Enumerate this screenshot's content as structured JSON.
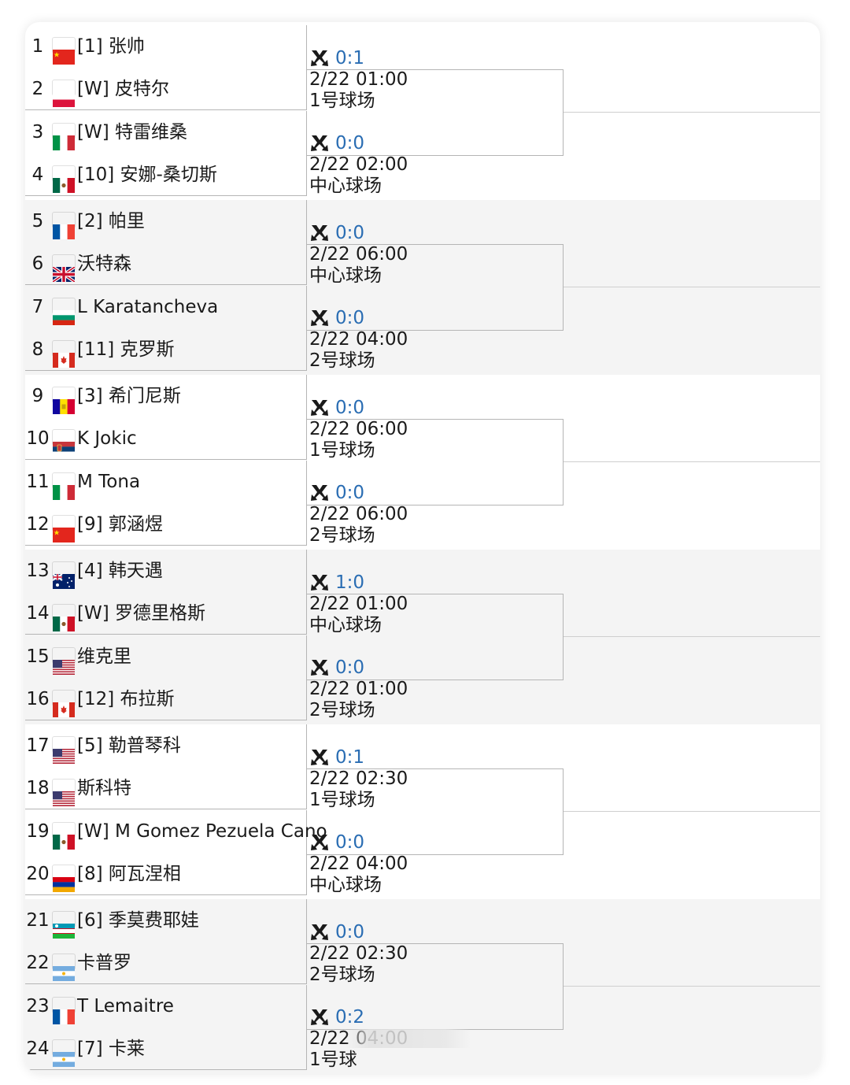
{
  "groups": [
    {
      "players": [
        {
          "seed": "1",
          "name": "[1] 张帅",
          "flag": "china-flag"
        },
        {
          "seed": "2",
          "name": "[W] 皮特尔",
          "flag": "poland-flag"
        },
        {
          "seed": "3",
          "name": "[W] 特雷维桑",
          "flag": "italy-flag"
        },
        {
          "seed": "4",
          "name": "[10] 安娜-桑切斯",
          "flag": "mexico-flag"
        }
      ],
      "matches": [
        {
          "score": "0:1",
          "time": "2/22 01:00",
          "court": "1号球场"
        },
        {
          "score": "0:0",
          "time": "2/22 02:00",
          "court": "中心球场"
        }
      ]
    },
    {
      "players": [
        {
          "seed": "5",
          "name": "[2] 帕里",
          "flag": "france-flag"
        },
        {
          "seed": "6",
          "name": " 沃特森",
          "flag": "uk-flag"
        },
        {
          "seed": "7",
          "name": " L Karatancheva",
          "flag": "bulgaria-flag"
        },
        {
          "seed": "8",
          "name": "[11] 克罗斯",
          "flag": "canada-flag"
        }
      ],
      "matches": [
        {
          "score": "0:0",
          "time": "2/22 06:00",
          "court": "中心球场"
        },
        {
          "score": "0:0",
          "time": "2/22 04:00",
          "court": "2号球场"
        }
      ]
    },
    {
      "players": [
        {
          "seed": "9",
          "name": "[3] 希门尼斯",
          "flag": "andorra-flag"
        },
        {
          "seed": "10",
          "name": " K Jokic",
          "flag": "serbia-flag"
        },
        {
          "seed": "11",
          "name": " M Tona",
          "flag": "italy-flag"
        },
        {
          "seed": "12",
          "name": "[9] 郭涵煜",
          "flag": "china-flag"
        }
      ],
      "matches": [
        {
          "score": "0:0",
          "time": "2/22 06:00",
          "court": "1号球场"
        },
        {
          "score": "0:0",
          "time": "2/22 06:00",
          "court": "2号球场"
        }
      ]
    },
    {
      "players": [
        {
          "seed": "13",
          "name": "[4] 韩天遇",
          "flag": "australia-flag"
        },
        {
          "seed": "14",
          "name": "[W] 罗德里格斯",
          "flag": "mexico-flag"
        },
        {
          "seed": "15",
          "name": " 维克里",
          "flag": "usa-flag"
        },
        {
          "seed": "16",
          "name": "[12] 布拉斯",
          "flag": "canada-flag"
        }
      ],
      "matches": [
        {
          "score": "1:0",
          "time": "2/22 01:00",
          "court": "中心球场"
        },
        {
          "score": "0:0",
          "time": "2/22 01:00",
          "court": "2号球场"
        }
      ]
    },
    {
      "players": [
        {
          "seed": "17",
          "name": "[5] 勒普琴科",
          "flag": "usa-flag"
        },
        {
          "seed": "18",
          "name": " 斯科特",
          "flag": "usa-flag"
        },
        {
          "seed": "19",
          "name": "[W] M Gomez Pezuela Cano",
          "flag": "mexico-flag"
        },
        {
          "seed": "20",
          "name": "[8] 阿瓦涅相",
          "flag": "armenia-flag"
        }
      ],
      "matches": [
        {
          "score": "0:1",
          "time": "2/22 02:30",
          "court": "1号球场"
        },
        {
          "score": "0:0",
          "time": "2/22 04:00",
          "court": "中心球场"
        }
      ]
    },
    {
      "players": [
        {
          "seed": "21",
          "name": "[6] 季莫费耶娃",
          "flag": "uzbekistan-flag"
        },
        {
          "seed": "22",
          "name": " 卡普罗",
          "flag": "argentina-flag"
        },
        {
          "seed": "23",
          "name": " T Lemaitre",
          "flag": "france-flag"
        },
        {
          "seed": "24",
          "name": "[7] 卡莱",
          "flag": "argentina-flag"
        }
      ],
      "matches": [
        {
          "score": "0:0",
          "time": "2/22 02:30",
          "court": "2号球场"
        },
        {
          "score": "0:2",
          "time": "2/22 04:00",
          "court": "1号球"
        }
      ]
    }
  ],
  "colors": {
    "score": "#2a6db3",
    "line": "#b5b5b5",
    "shade": "#f4f4f4"
  }
}
